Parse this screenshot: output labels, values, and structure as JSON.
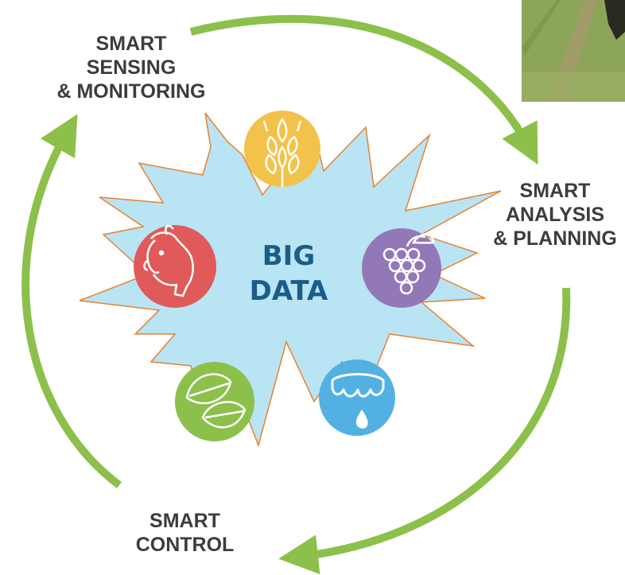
{
  "center": {
    "line1": "BIG",
    "line2": "DATA"
  },
  "stages": {
    "sensing": {
      "line1": "SMART",
      "line2": "SENSING",
      "line3": "& MONITORING"
    },
    "analysis": {
      "line1": "SMART",
      "line2": "ANALYSIS",
      "line3": "& PLANNING"
    },
    "control": {
      "line1": "SMART",
      "line2": "CONTROL"
    }
  },
  "icons": [
    {
      "name": "wheat-icon",
      "color": "#f2c24a"
    },
    {
      "name": "grapes-icon",
      "color": "#9378b8"
    },
    {
      "name": "milk-drop-icon",
      "color": "#52b1e2"
    },
    {
      "name": "leaves-icon",
      "color": "#8cc04a"
    },
    {
      "name": "pig-icon",
      "color": "#e15a5a"
    }
  ],
  "colors": {
    "cycle_arrow": "#8cc04a",
    "starburst_fill": "#b9e4f4",
    "starburst_stroke": "#e8822e",
    "center_text": "#1b5d86",
    "label_text": "#3c3c3c"
  }
}
